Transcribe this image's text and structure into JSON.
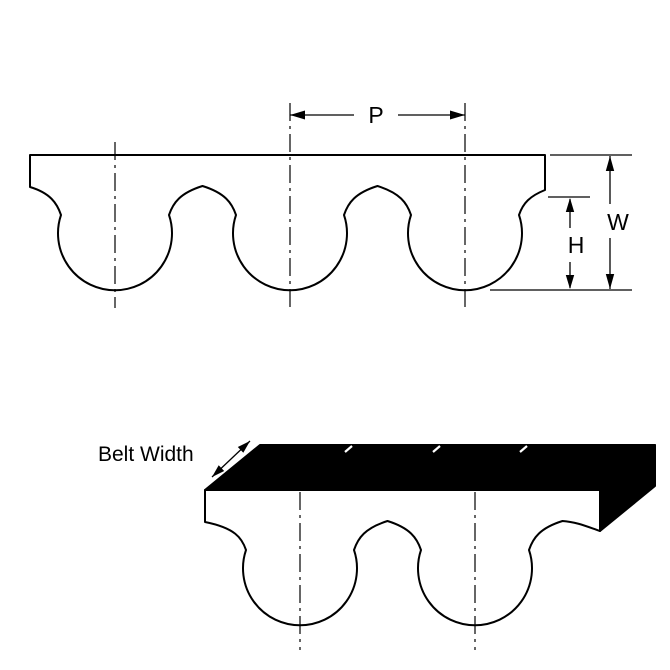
{
  "figure": {
    "type": "technical-diagram",
    "subject": "Timing belt tooth profile with dimension callouts",
    "labels": {
      "pitch": "P",
      "overall_height": "W",
      "tooth_height": "H",
      "belt_width": "Belt Width"
    },
    "colors": {
      "line": "#000000",
      "belt_fill": "#ffffff",
      "top_face_fill": "#000000",
      "background": "#ffffff"
    }
  }
}
